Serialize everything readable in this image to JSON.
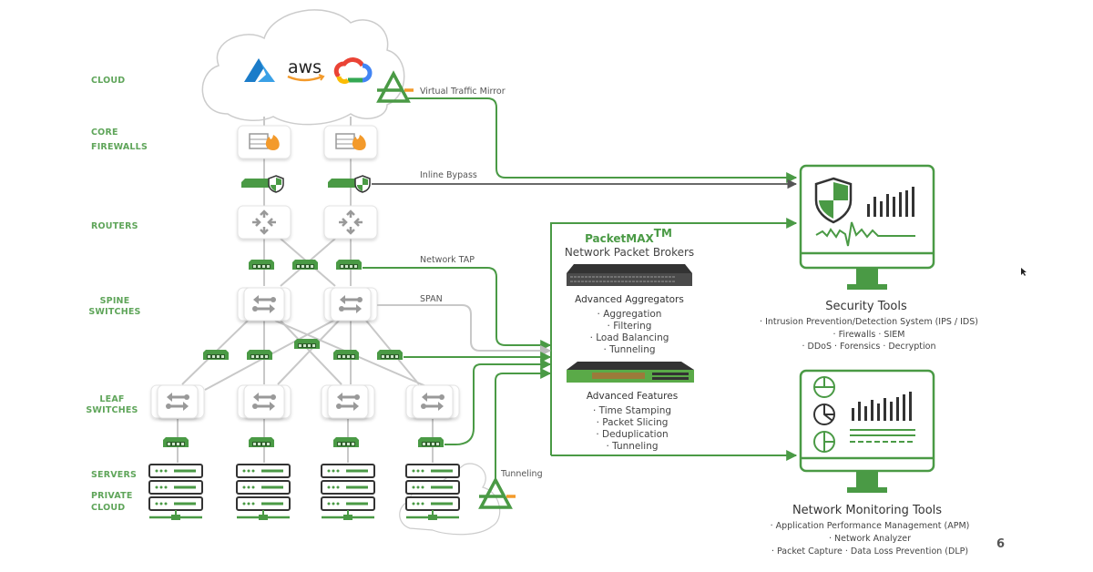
{
  "colors": {
    "green": "#4a9a45",
    "green_dark": "#3d8a38",
    "gray_line": "#c8c8c8",
    "dark_line": "#555555",
    "label_green": "#5fa55a",
    "orange": "#f39a2b"
  },
  "tiers": [
    {
      "label_line1": "CLOUD",
      "label_line2": ""
    },
    {
      "label_line1": "CORE",
      "label_line2": "FIREWALLS"
    },
    {
      "label_line1": "ROUTERS",
      "label_line2": ""
    },
    {
      "label_line1": "SPINE",
      "label_line2": "SWITCHES"
    },
    {
      "label_line1": "LEAF",
      "label_line2": "SWITCHES"
    },
    {
      "label_line1": "SERVERS",
      "label_line2": ""
    },
    {
      "label_line1": "PRIVATE",
      "label_line2": "CLOUD"
    }
  ],
  "cloud": {
    "providers": [
      "azure-logo",
      "aws-logo",
      "google-cloud-logo"
    ],
    "aws_text": "aws"
  },
  "connections": {
    "virtual_traffic_mirror": "Virtual Traffic Mirror",
    "inline_bypass": "Inline Bypass",
    "network_tap": "Network TAP",
    "span": "SPAN",
    "tunneling": "Tunneling"
  },
  "packetmax": {
    "title": "PacketMAX",
    "trademark": "TM",
    "subtitle": "Network Packet Brokers",
    "aggregators": {
      "heading": "Advanced Aggregators",
      "items": [
        "· Aggregation",
        "· Filtering",
        "· Load Balancing",
        "· Tunneling"
      ]
    },
    "features": {
      "heading": "Advanced Features",
      "items": [
        "· Time Stamping",
        "· Packet Slicing",
        "· Deduplication",
        "· Tunneling"
      ]
    }
  },
  "security_tools": {
    "title": "Security Tools",
    "items": [
      "· Intrusion Prevention/Detection System (IPS / IDS)",
      "· Firewalls · SIEM",
      "· DDoS · Forensics · Decryption"
    ]
  },
  "monitoring_tools": {
    "title": "Network Monitoring Tools",
    "items": [
      "· Application Performance Management (APM)",
      "· Network Analyzer",
      "· Packet Capture · Data Loss Prevention (DLP)"
    ]
  },
  "page_number": "6"
}
